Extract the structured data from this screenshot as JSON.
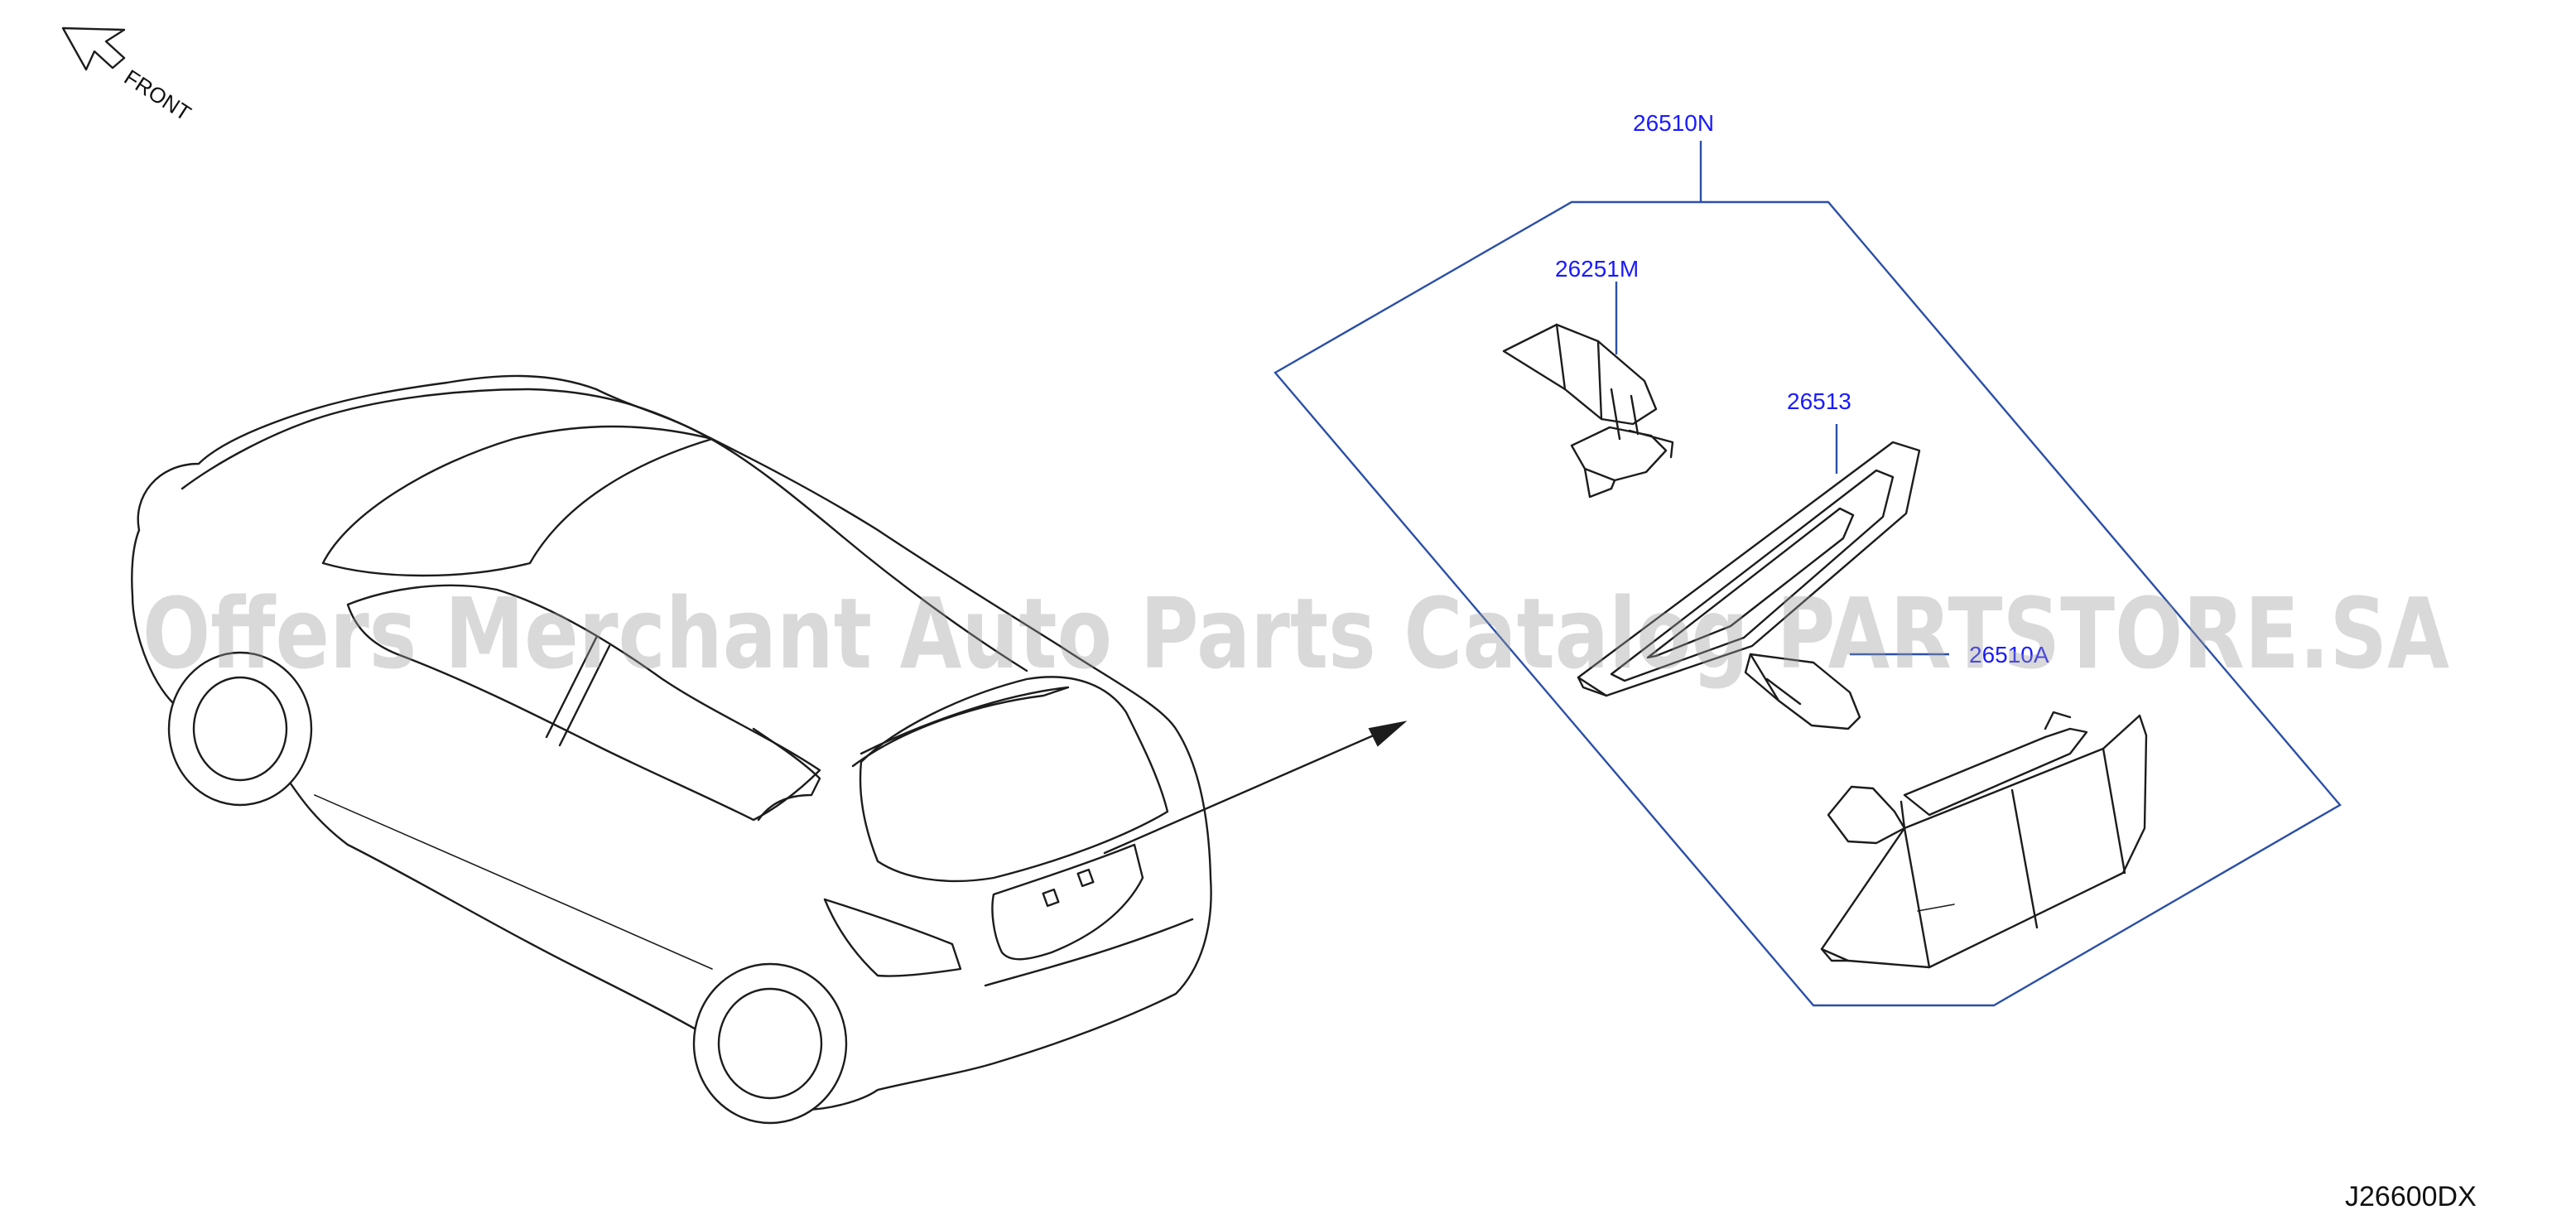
{
  "diagram": {
    "orientation_label": "FRONT",
    "drawing_code": "J26600DX",
    "watermark": "Offers Merchant Auto Parts Catalog PARTSTORE.SA",
    "callouts": [
      {
        "part": "assembly",
        "label": "26510N"
      },
      {
        "part": "socket",
        "label": "26251M"
      },
      {
        "part": "lens",
        "label": "26513"
      },
      {
        "part": "bulb",
        "label": "26510A"
      }
    ],
    "colors": {
      "callout_text": "#1a1aff",
      "callout_lines": "#2b4fa8",
      "drawing_lines": "#1c1c1c",
      "watermark": "#9a9a9a",
      "background": "#ffffff"
    }
  }
}
